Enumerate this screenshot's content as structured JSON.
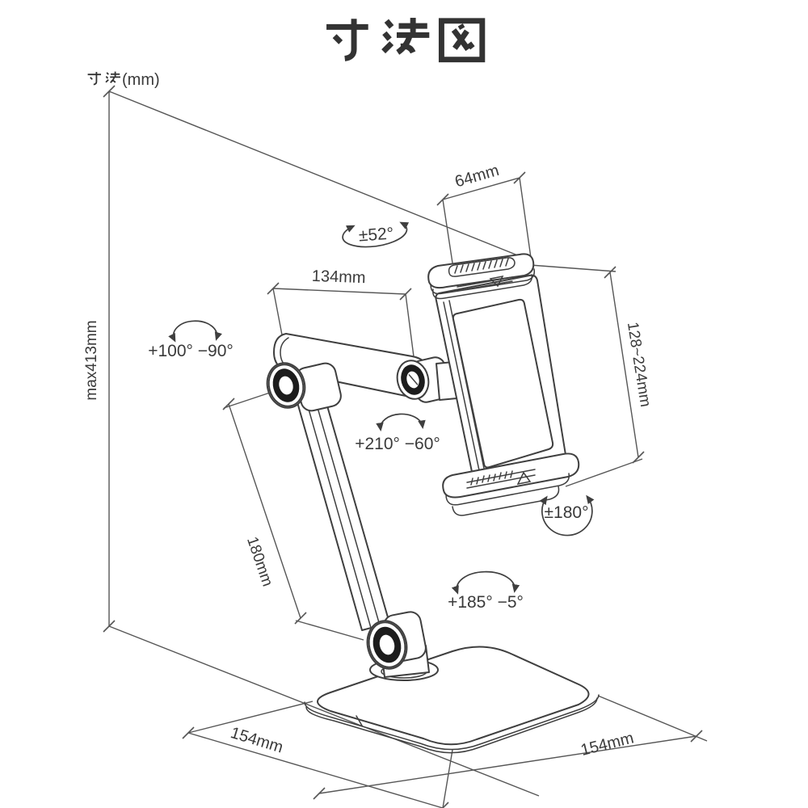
{
  "title": "寸法図",
  "unit_label": "寸法(mm)",
  "unit_label_suffix": "(mm)",
  "dimensions": {
    "holder_width": "64mm",
    "holder_tilt": "±52°",
    "upper_arm_length": "134mm",
    "upper_arm_rotation": "+100° −90°",
    "holder_height_range": "128~224mm",
    "max_height": "max413mm",
    "elbow_rotation": "+210° −60°",
    "lower_arm_length": "180mm",
    "holder_swivel": "±180°",
    "base_joint_rotation": "+185° −5°",
    "base_depth": "154mm",
    "base_width": "154mm"
  },
  "colors": {
    "line": "#3f3f3f",
    "dimension_line": "#565656",
    "text": "#3a3a3a",
    "joint": "#1c1c1c",
    "background": "#ffffff"
  }
}
